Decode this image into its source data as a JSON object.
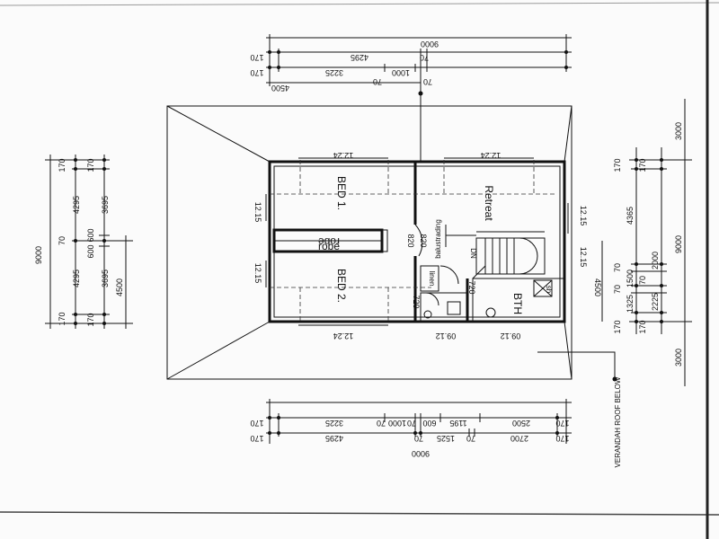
{
  "rooms": {
    "bed1": "BED 1.",
    "bed2": "BED 2.",
    "retreat": "Retreat",
    "robe": "robe",
    "linen": "linen",
    "bth": "BTH",
    "dn": "DN",
    "balustrading": "balustrading",
    "sh": "sh"
  },
  "notes": {
    "verandah": "VERANDAH ROOF BELOW"
  },
  "room_dims": {
    "bed1_w": "12.24",
    "retreat_w": "12.24",
    "bed2_w": "12.24",
    "bed1_h": "12.15",
    "bed2_h": "12.15",
    "retreat_h": "12.15",
    "retreat_h2": "12.15",
    "bed2_bottom": "12.24",
    "wc_bottom": "09.12",
    "bth_bottom": "09.12",
    "door_820": "820",
    "door_820b": "820",
    "door_720": "720",
    "door_720b": "720",
    "side_4500": "4500"
  },
  "top_dims": {
    "total": "9000",
    "r2a": "170",
    "r2b": "4295",
    "r2c": "70",
    "r3a": "170",
    "r3b": "3225",
    "r3c": "70",
    "r3d": "1000",
    "r3e": "70",
    "r4": "4500"
  },
  "bottom_dims": {
    "total": "9000",
    "r1a": "170",
    "r1b": "3225",
    "r1c": "70",
    "r1d": "1000",
    "r1e": "70",
    "r1f": "600",
    "r1g": "1195",
    "r1h": "2500",
    "r1i": "170",
    "r2a": "170",
    "r2b": "4295",
    "r2c": "70",
    "r2d": "1525",
    "r2e": "70",
    "r2f": "2700",
    "r2g": "170"
  },
  "left_dims": {
    "total": "9000",
    "a1": "170",
    "a2": "4295",
    "a3": "70",
    "a4": "4295",
    "a5": "170",
    "b1": "170",
    "b2": "3695",
    "b3": "600",
    "b4": "600",
    "b5": "3695",
    "b6": "170",
    "c1": "4500"
  },
  "right_dims": {
    "total": "9000",
    "top": "3000",
    "bottom": "3000",
    "a1": "170",
    "a2": "4365",
    "a3": "70",
    "a4": "1500",
    "a5": "70",
    "a6": "1325",
    "a7": "170",
    "b1": "170",
    "b2": "2000",
    "b3": "70",
    "b4": "2225",
    "b5": "170"
  }
}
